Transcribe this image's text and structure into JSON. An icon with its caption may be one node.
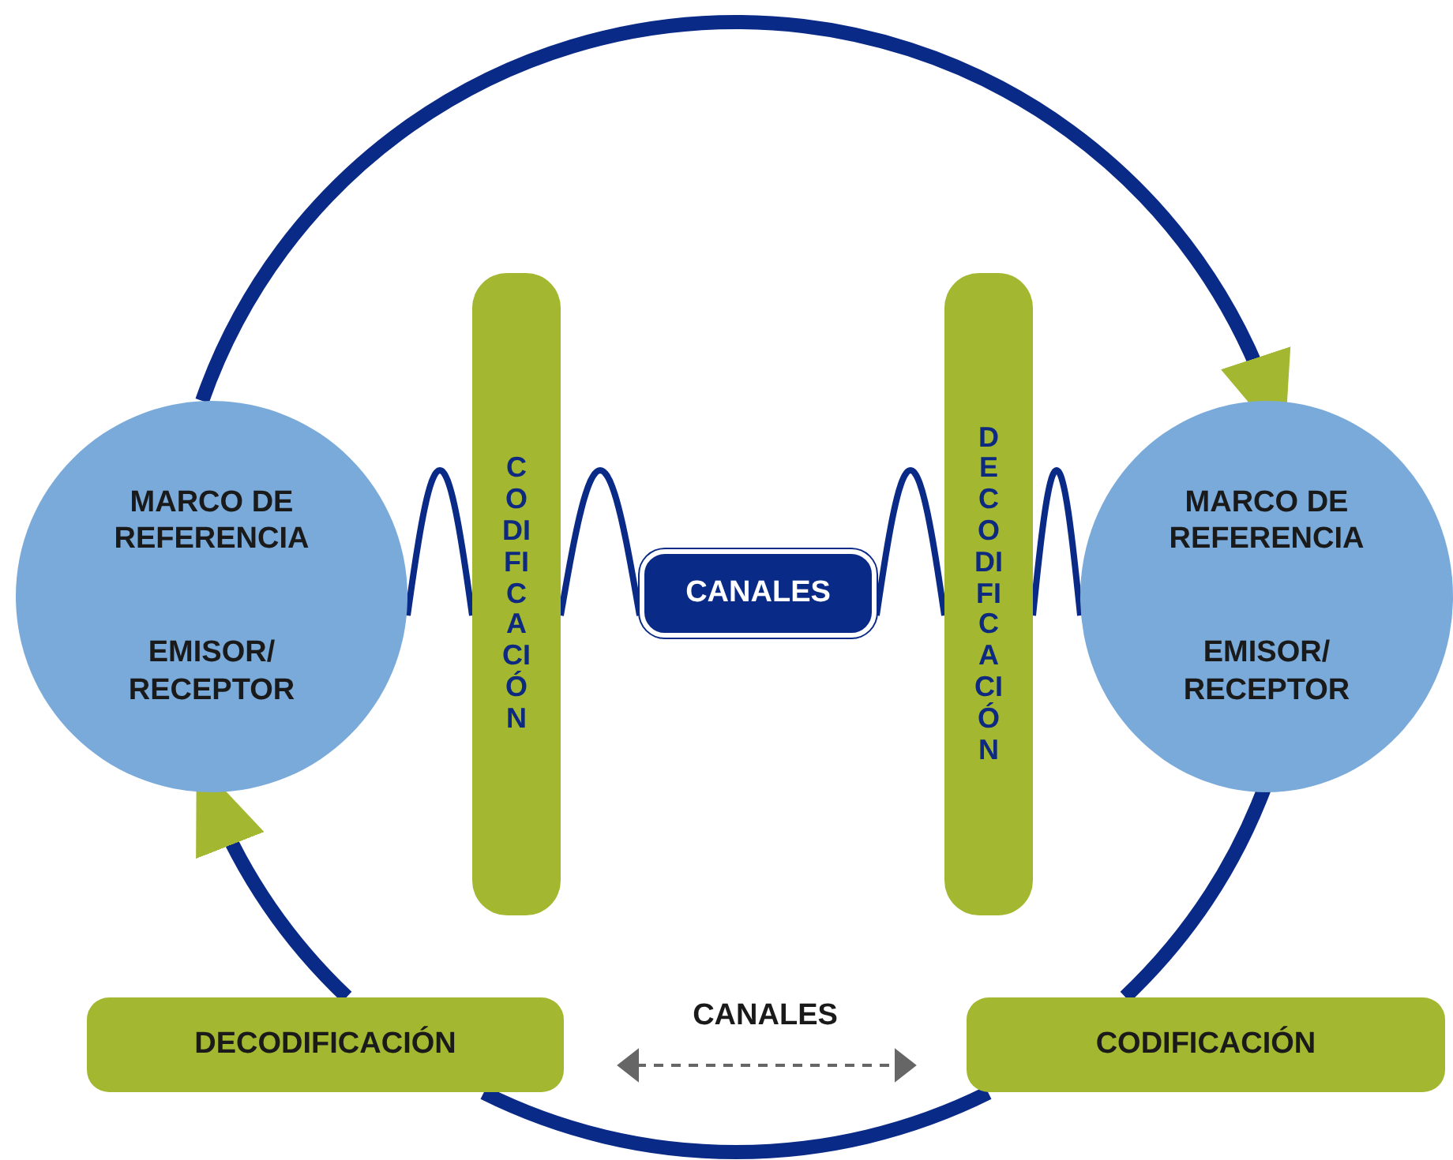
{
  "diagram": {
    "nodes": [
      {
        "text": [
          "MARCO DE REFERENCIA",
          "EMISOR/ RECEPTOR"
        ]
      },
      {
        "text": [
          "CODIFICACIÓN"
        ]
      },
      {
        "text": [
          "CANALES"
        ]
      },
      {
        "text": [
          "DECODIFICACIÓN"
        ]
      },
      {
        "text": [
          "MARCO DE REFERENCIA",
          "EMISOR/ RECEPTOR"
        ]
      },
      {
        "text": [
          "DECODIFICACIÓN"
        ]
      },
      {
        "text": [
          "CODIFICACIÓN"
        ]
      }
    ],
    "edges": [
      {
        "from": 0,
        "to": 4,
        "arrow": "to",
        "style": "thick"
      },
      {
        "from": 4,
        "to": 6,
        "arrow": "none",
        "style": "thick"
      },
      {
        "from": 6,
        "to": 5,
        "arrow": "none",
        "style": "thick"
      },
      {
        "from": 5,
        "to": 0,
        "arrow": "to",
        "style": "thick"
      },
      {
        "from": 0,
        "to": 1,
        "arrow": "none"
      },
      {
        "from": 1,
        "to": 2,
        "arrow": "none"
      },
      {
        "from": 2,
        "to": 3,
        "arrow": "none"
      },
      {
        "from": 3,
        "to": 4,
        "arrow": "none"
      },
      {
        "from": 5,
        "to": 6,
        "arrow": "both",
        "style": "dashed",
        "color": "#666666",
        "label": "CANALES"
      }
    ]
  }
}
